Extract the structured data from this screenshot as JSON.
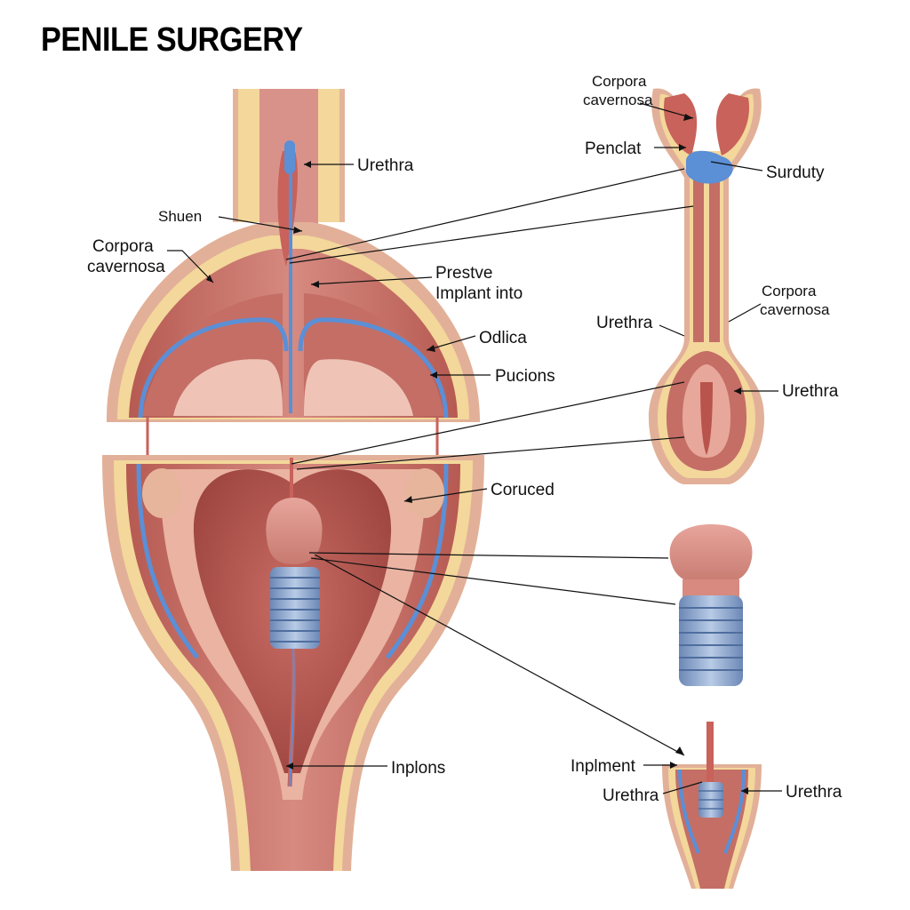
{
  "title": "PENILE SURGERY",
  "labels": {
    "main": {
      "urethra": "Urethra",
      "shuen": "Shuen",
      "corpora_cavernosa_1": "Corpora",
      "corpora_cavernosa_2": "cavernosa",
      "prestve_1": "Prestve",
      "prestve_2": "Implant into",
      "odlica": "Odlica",
      "pucions": "Pucions",
      "coruced": "Coruced",
      "inplons": "Inplons"
    },
    "top_right": {
      "corpora_cavernosa_1": "Corpora",
      "corpora_cavernosa_2": "cavernosa",
      "penclat": "Penclat",
      "surduty": "Surduty",
      "urethra_left": "Urethra",
      "corpora_right_1": "Corpora",
      "corpora_right_2": "cavernosa",
      "urethra_right": "Urethra"
    },
    "bottom_right": {
      "inplment": "Inplment",
      "urethra_left": "Urethra",
      "urethra_right": "Urethra"
    }
  },
  "colors": {
    "tissue": "#c9736c",
    "tissue_dark": "#a9514c",
    "tissue_light": "#e7aaa2",
    "fat": "#f4d79a",
    "skin": "#e6b59c",
    "vessel": "#5b8fd6",
    "implant": "#8fa9cf"
  }
}
